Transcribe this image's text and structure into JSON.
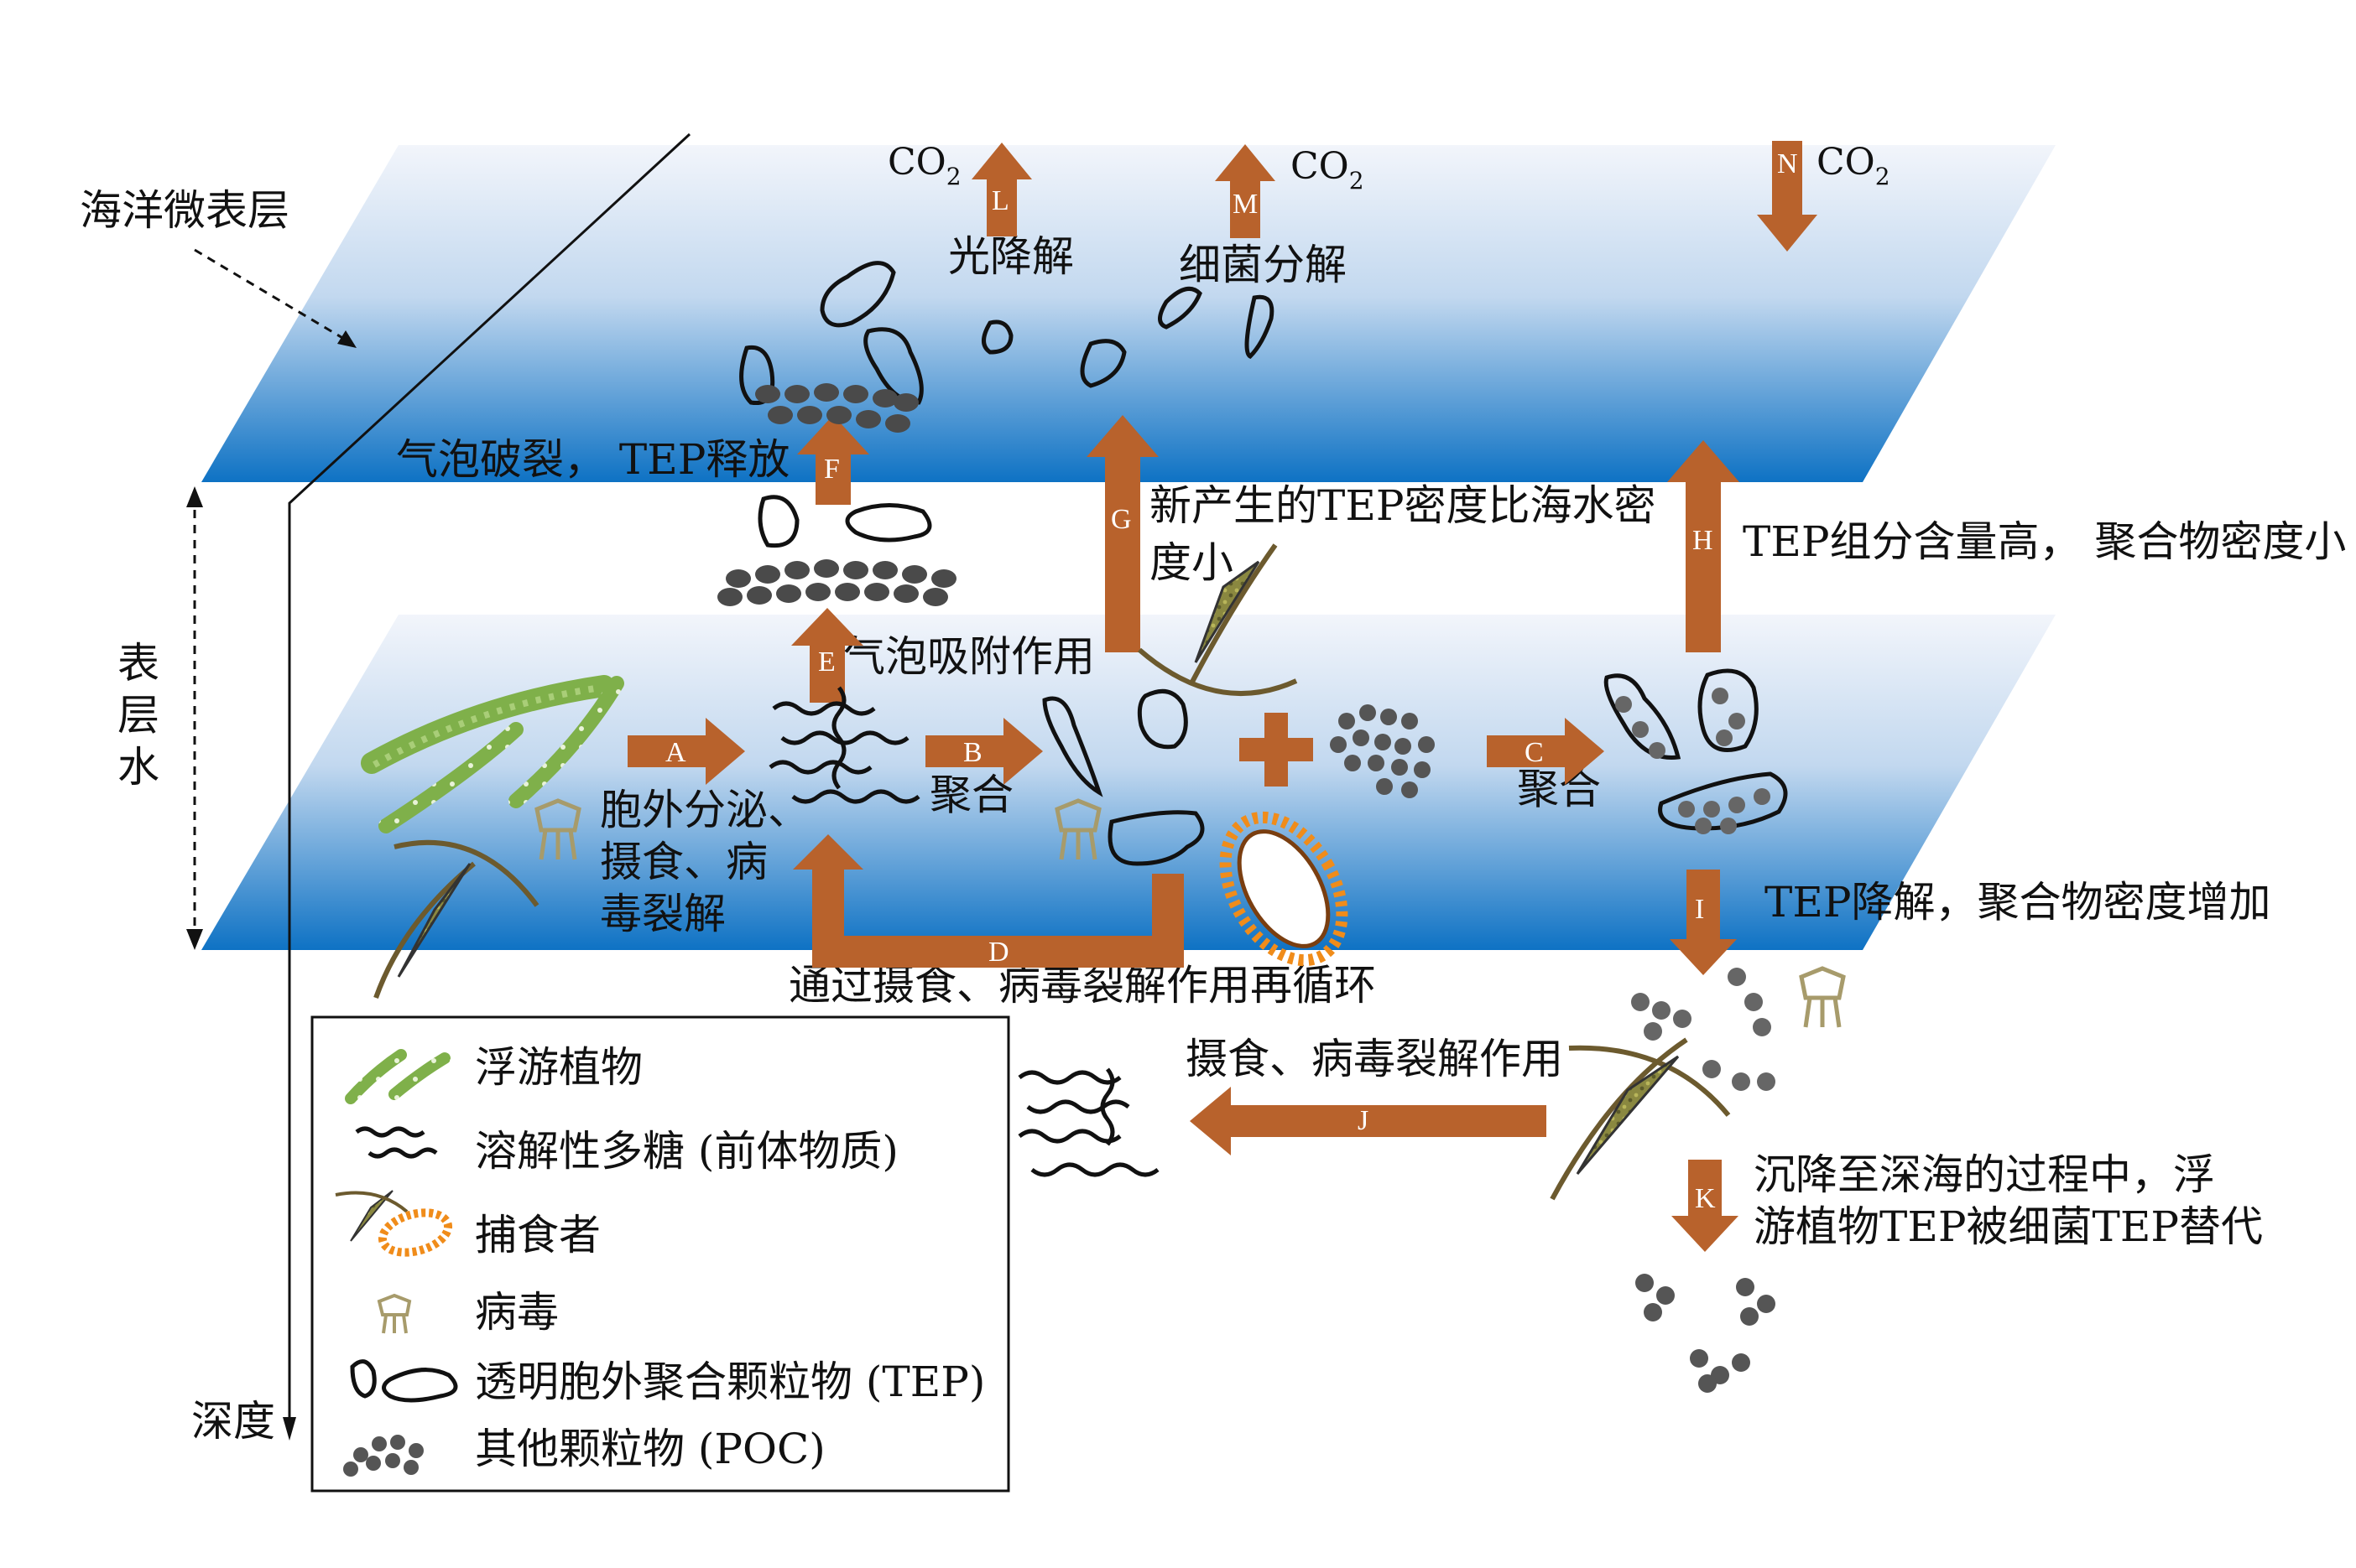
{
  "layers": {
    "microlayer": "海洋微表层",
    "surface_water": [
      "表",
      "层",
      "水"
    ],
    "depth": "深度"
  },
  "co2": {
    "base": "CO",
    "sub": "2"
  },
  "arrows": {
    "A": "A",
    "B": "B",
    "C": "C",
    "D": "D",
    "E": "E",
    "F": "F",
    "G": "G",
    "H": "H",
    "I": "I",
    "J": "J",
    "K": "K",
    "L": "L",
    "M": "M",
    "N": "N"
  },
  "labels": {
    "photodegradation": "光降解",
    "bacterial_decomp": "细菌分解",
    "bubble_burst": "气泡破裂，  TEP释放",
    "bubble_adsorption": "气泡吸附作用",
    "new_tep_line1": "新产生的TEP密度比海水密",
    "new_tep_line2": "度小",
    "tep_high_line": "TEP组分含量高，  聚合物密度小",
    "exudation_line1": "胞外分泌、",
    "exudation_line2": "摄食、病",
    "exudation_line3": "毒裂解",
    "aggregation_b": "聚合",
    "aggregation_c": "聚合",
    "recycling": "通过摄食、病毒裂解作用再循环",
    "tep_degradation": "TEP降解，聚合物密度增加",
    "grazing_lysis": "摄食、病毒裂解作用",
    "sinking_line1": "沉降至深海的过程中，浮",
    "sinking_line2": "游植物TEP被细菌TEP替代"
  },
  "legend": {
    "items": [
      {
        "icon": "phytoplankton-icon",
        "label": "浮游植物"
      },
      {
        "icon": "polysaccharide-icon",
        "label": "溶解性多糖 (前体物质)"
      },
      {
        "icon": "predator-icon",
        "label": "捕食者"
      },
      {
        "icon": "virus-icon",
        "label": "病毒"
      },
      {
        "icon": "tep-icon",
        "label": "透明胞外聚合颗粒物 (TEP)"
      },
      {
        "icon": "poc-icon",
        "label": "其他颗粒物 (POC)"
      }
    ]
  },
  "colors": {
    "arrow": "#B8622C",
    "plane_top": "#E8EEF8",
    "plane_bottom": "#1178C8",
    "phytoplankton": "#7FB04A",
    "predator": "#F08C1A",
    "diatom": "#7C7A3A",
    "virus": "#A79B6B",
    "poc": "#555555"
  }
}
